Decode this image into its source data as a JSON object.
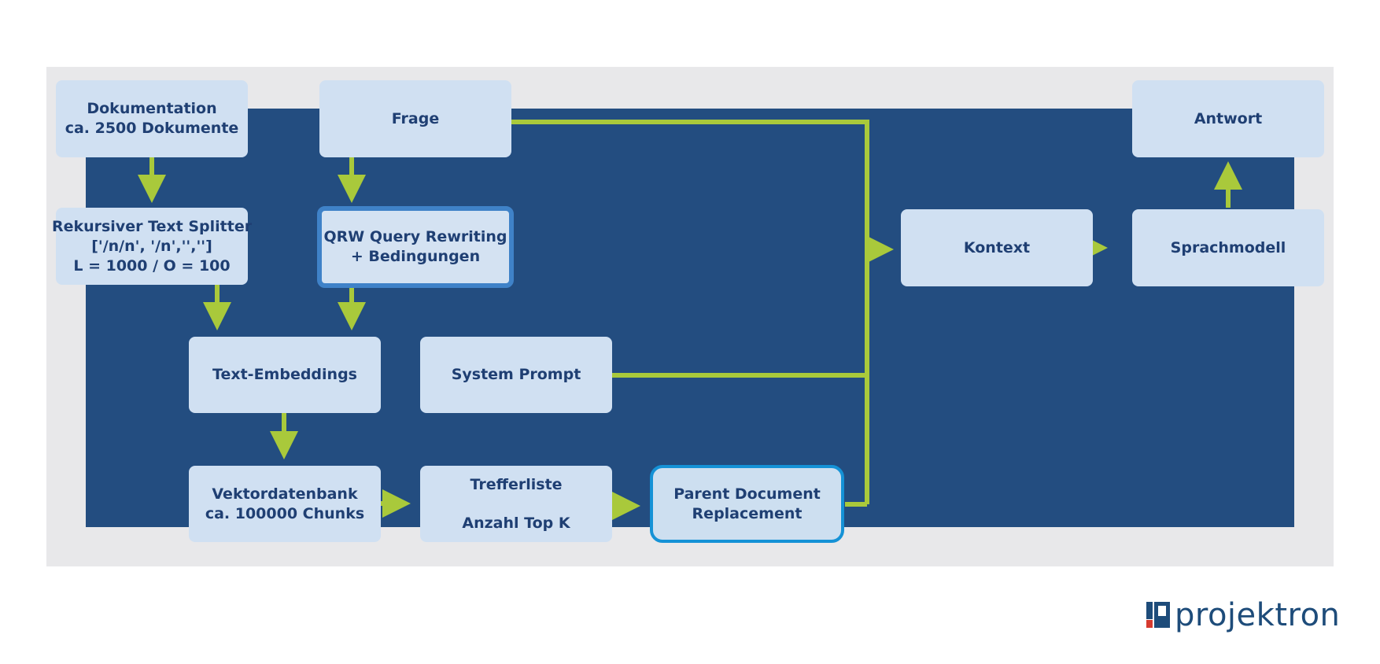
{
  "nodes": {
    "dokumentation": {
      "line1": "Dokumentation",
      "line2": "ca. 2500 Dokumente"
    },
    "frage": {
      "label": "Frage"
    },
    "antwort": {
      "label": "Antwort"
    },
    "splitter": {
      "line1": "Rekursiver Text Splitter",
      "line2": "['/n/n', '/n','','']",
      "line3": "L = 1000 / O = 100"
    },
    "qrw": {
      "line1": "QRW Query Rewriting",
      "line2": "+ Bedingungen"
    },
    "kontext": {
      "label": "Kontext"
    },
    "sprachmodell": {
      "label": "Sprachmodell"
    },
    "embeddings": {
      "label": "Text-Embeddings"
    },
    "system_prompt": {
      "label": "System Prompt"
    },
    "vektordatenbank": {
      "line1": "Vektordatenbank",
      "line2": "ca. 100000 Chunks"
    },
    "trefferliste": {
      "line1": "Trefferliste",
      "line2": "Anzahl Top K"
    },
    "parent_doc": {
      "line1": "Parent Document",
      "line2": "Replacement"
    }
  },
  "logo": {
    "text": "projektron"
  },
  "colors": {
    "outer_bg": "#e8e8ea",
    "inner_bg": "#234d80",
    "node_fill": "#d0e0f2",
    "node_text": "#1f3f73",
    "arrow": "#a9c93b",
    "qrw_border": "#3f82c8",
    "pdr_border": "#1592d6"
  }
}
